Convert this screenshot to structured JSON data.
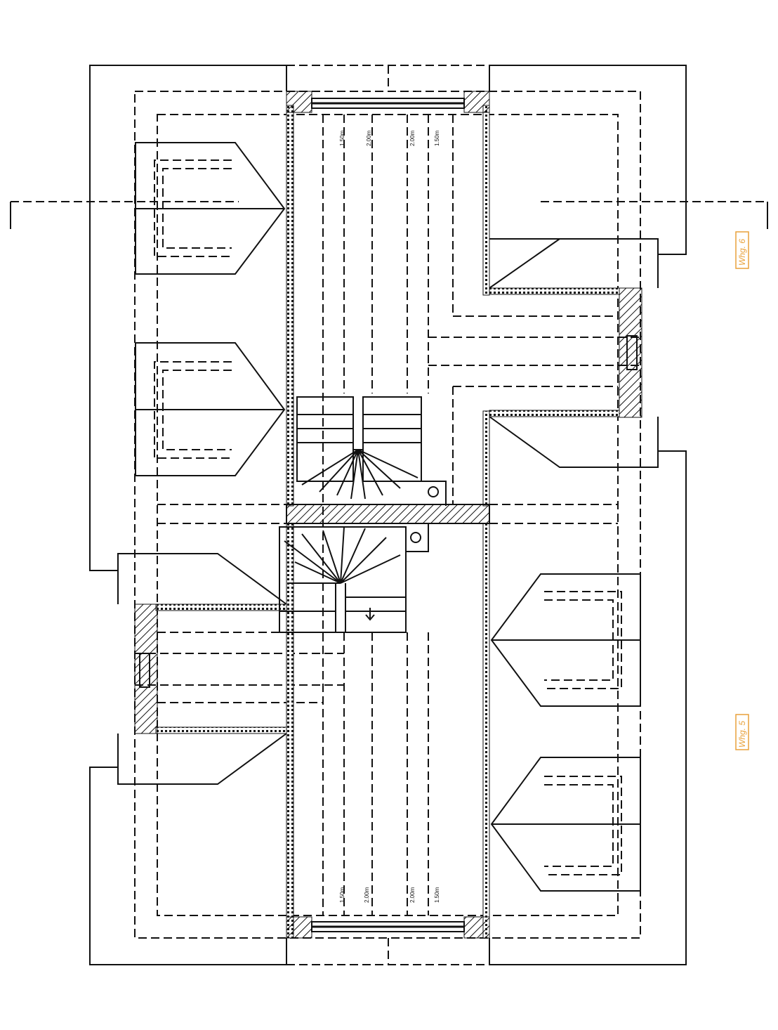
{
  "plan": {
    "unit_labels": {
      "left": "Whg. 6",
      "right": "Whg. 5"
    },
    "dimensions": [
      "1.50m",
      "2.00m",
      "2.00m",
      "1.50m"
    ],
    "colors": {
      "lines": "#111111",
      "unit_tag": "#e8a13a",
      "wall_fill": "#888888"
    }
  }
}
